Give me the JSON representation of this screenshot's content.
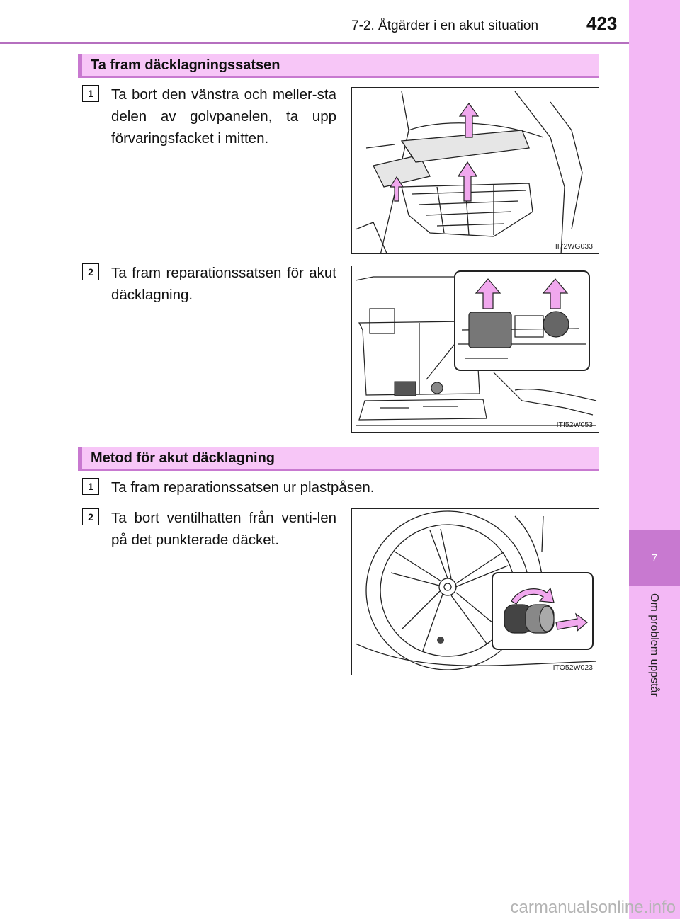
{
  "header": {
    "section_title": "7-2. Åtgärder i en akut situation",
    "page_number": "423"
  },
  "sidebar": {
    "chapter_number": "7",
    "chapter_label": "Om problem uppstår"
  },
  "sections": [
    {
      "heading": "Ta fram däcklagningssatsen",
      "steps": [
        {
          "number": "1",
          "text": "Ta bort den vänstra och meller-sta delen av golvpanelen, ta upp förvaringsfacket i mitten.",
          "figure_code": "II72WG033"
        },
        {
          "number": "2",
          "text": "Ta fram reparationssatsen för akut däcklagning.",
          "figure_code": "ITI52W053"
        }
      ]
    },
    {
      "heading": "Metod för akut däcklagning",
      "steps": [
        {
          "number": "1",
          "text": "Ta fram reparationssatsen ur plastpåsen."
        },
        {
          "number": "2",
          "text": "Ta bort ventilhatten från venti-len på det punkterade däcket.",
          "figure_code": "ITO52W023"
        }
      ]
    }
  ],
  "colors": {
    "accent": "#c879d0",
    "sidebar": "#f3b8f5",
    "section_bg": "#f7c6f7",
    "arrow": "#f1a8ee"
  },
  "watermark": "carmanualsonline.info"
}
